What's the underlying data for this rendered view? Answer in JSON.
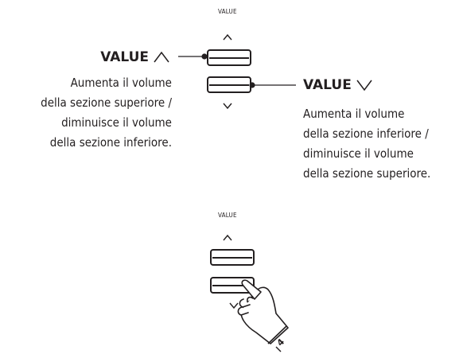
{
  "top_panel": {
    "label": "VALUE",
    "up_icon": "caret-up-icon",
    "down_icon": "caret-down-icon"
  },
  "callout_up": {
    "title": "VALUE",
    "symbol": "up-caret",
    "lines": [
      "Aumenta il volume",
      "della sezione superiore /",
      "diminuisce il volume",
      "della sezione inferiore."
    ]
  },
  "callout_down": {
    "title": "VALUE",
    "symbol": "down-caret",
    "lines": [
      "Aumenta il volume",
      "della sezione inferiore /",
      "diminuisce il volume",
      "della sezione superiore."
    ]
  },
  "bottom_panel": {
    "label": "VALUE",
    "finger_number": "4",
    "up_icon": "caret-up-icon",
    "down_icon": "caret-down-icon"
  },
  "colors": {
    "ink": "#231f20",
    "background": "#ffffff"
  }
}
